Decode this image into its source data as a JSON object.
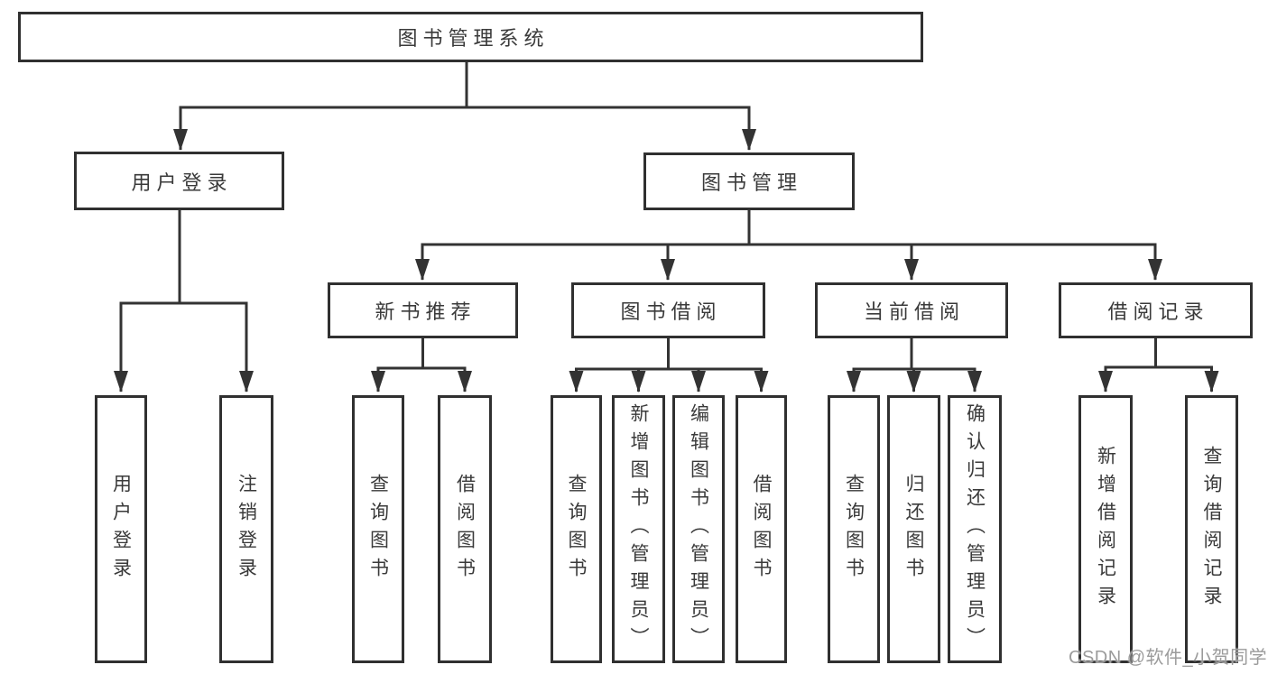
{
  "diagram_title": "图书管理系统",
  "colors": {
    "line": "#333333",
    "box_border": "#303030",
    "text": "#3a3a3a",
    "watermark": "#9b9b9b",
    "background": "#ffffff"
  },
  "nodes": {
    "root": {
      "label": "图书管理系统"
    },
    "user_login": {
      "label": "用户登录"
    },
    "book_management": {
      "label": "图书管理"
    },
    "new_book_recommend": {
      "label": "新书推荐"
    },
    "book_borrow": {
      "label": "图书借阅"
    },
    "current_borrow": {
      "label": "当前借阅"
    },
    "borrow_records": {
      "label": "借阅记录"
    }
  },
  "leaves": {
    "user_login": [
      "用户登录",
      "注销登录"
    ],
    "new_book_recommend": [
      "查询图书",
      "借阅图书"
    ],
    "book_borrow": [
      "查询图书",
      "新增图书（管理员）",
      "编辑图书（管理员）",
      "借阅图书"
    ],
    "current_borrow": [
      "查询图书",
      "归还图书",
      "确认归还（管理员）"
    ],
    "borrow_records": [
      "新增借阅记录",
      "查询借阅记录"
    ]
  },
  "watermark": {
    "text": "CSDN @软件_小贺同学"
  }
}
